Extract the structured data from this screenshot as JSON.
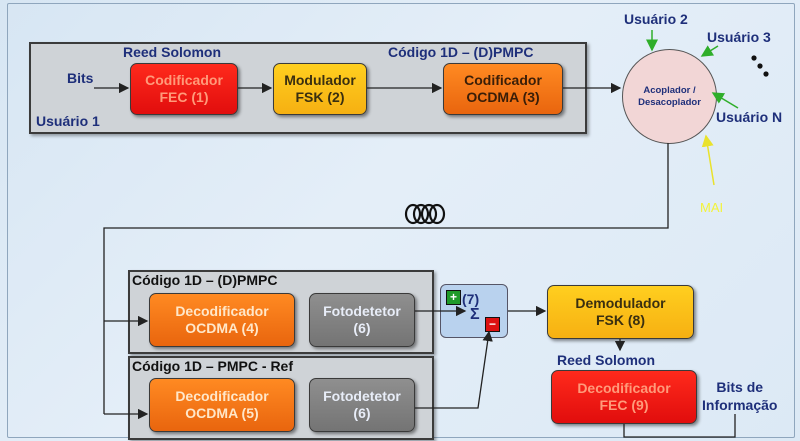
{
  "top": {
    "rs_label": "Reed Solomon",
    "code_label": "Código 1D – (D)PMPC",
    "bits_label": "Bits",
    "user1_label": "Usuário 1",
    "fec_encoder": "Codificador\nFEC  (1)",
    "fsk_modulator": "Modulador\nFSK (2)",
    "ocdma_encoder": "Codificador\nOCDMA (3)"
  },
  "coupler": {
    "label": "Acoplador /\nDesacoplador",
    "user2": "Usuário 2",
    "user3": "Usuário 3",
    "userN": "Usuário N",
    "mai": "MAI"
  },
  "bottom": {
    "code1_label": "Código 1D – (D)PMPC",
    "code2_label": "Código 1D – PMPC - Ref",
    "decoder4": "Decodificador\nOCDMA (4)",
    "photo6a": "Fotodetetor\n(6)",
    "decoder5": "Decodificador\nOCDMA (5)",
    "photo6b": "Fotodetetor\n(6)",
    "sum_label": "(7)",
    "sum_symbol": "Σ",
    "plus": "+",
    "minus": "−",
    "demod": "Demodulador\nFSK (8)",
    "rs_label": "Reed Solomon",
    "fec_decoder": "Decodificador\nFEC (9)",
    "bits_info": "Bits de\nInformação"
  },
  "colors": {
    "red": "#f01414",
    "yellow": "#fcc21a",
    "orange": "#f47a18",
    "gray": "#828282",
    "label_navy": "#1e2f7a",
    "mai_yellow": "#f3f33a",
    "sum_blue": "#b9d2ee"
  }
}
